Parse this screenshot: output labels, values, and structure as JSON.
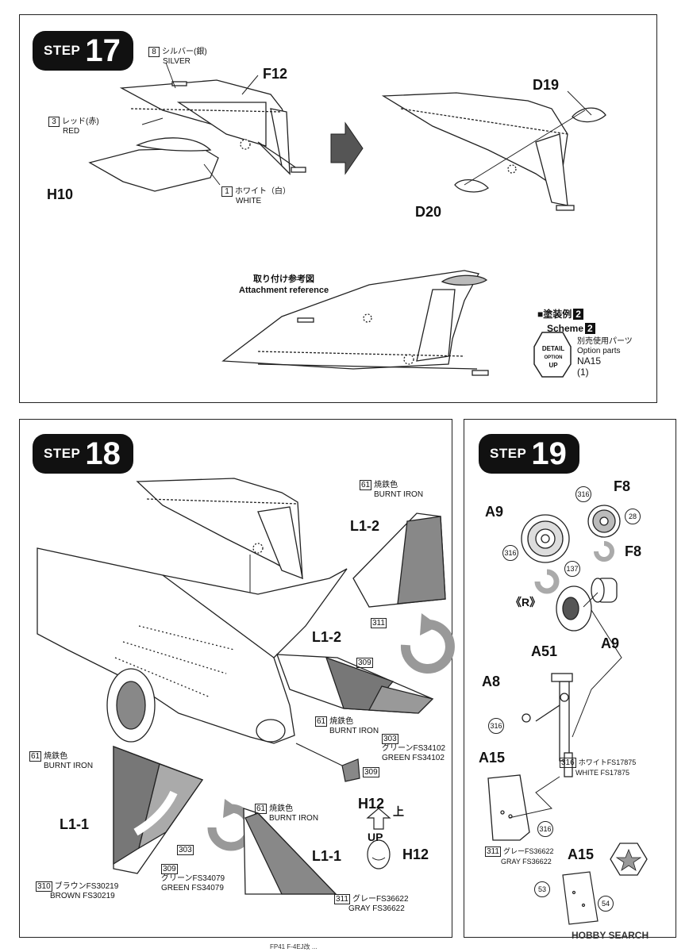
{
  "step17": {
    "word": "STEP",
    "number": "17",
    "parts": {
      "f12": "F12",
      "h10": "H10",
      "d19": "D19",
      "d20": "D20"
    },
    "colors": [
      {
        "code": "8",
        "jp": "シルバー(銀)",
        "en": "SILVER"
      },
      {
        "code": "3",
        "jp": "レッド(赤)",
        "en": "RED"
      },
      {
        "code": "1",
        "jp": "ホワイト（白）",
        "en": "WHITE"
      }
    ],
    "attachment": {
      "jp": "取り付け参考図",
      "en": "Attachment reference"
    },
    "scheme": {
      "jp": "■塗装例",
      "en": "Scheme",
      "num": "2"
    },
    "option": {
      "jp": "別売使用パーツ",
      "en": "Option parts",
      "part": "NA15",
      "qty": "(1)",
      "badge_top": "DETAIL",
      "badge_mid": "OPTION",
      "badge_bot": "UP"
    }
  },
  "step18": {
    "word": "STEP",
    "number": "18",
    "parts": {
      "l12a": "L1-2",
      "l12b": "L1-2",
      "l11a": "L1-1",
      "l11b": "L1-1",
      "h12": "H12"
    },
    "up": {
      "jp": "上",
      "en": "UP"
    },
    "colors": {
      "c61a": {
        "code": "61",
        "jp": "焼鉄色",
        "en": "BURNT IRON"
      },
      "c311a": {
        "code": "311"
      },
      "c309a": {
        "code": "309"
      },
      "c61b": {
        "code": "61",
        "jp": "焼鉄色",
        "en": "BURNT IRON"
      },
      "c303": {
        "code": "303",
        "jp": "グリーンFS34102",
        "en": "GREEN FS34102"
      },
      "c309b": {
        "code": "309"
      },
      "c61c": {
        "code": "61",
        "jp": "焼鉄色",
        "en": "BURNT IRON"
      },
      "c303b": {
        "code": "303"
      },
      "c309c": {
        "code": "309",
        "jp": "グリーンFS34079",
        "en": "GREEN FS34079"
      },
      "c310": {
        "code": "310",
        "jp": "ブラウンFS30219",
        "en": "BROWN FS30219"
      },
      "c61d": {
        "code": "61",
        "jp": "焼鉄色",
        "en": "BURNT IRON"
      },
      "c311b": {
        "code": "311",
        "jp": "グレーFS36622",
        "en": "GRAY FS36622"
      }
    }
  },
  "step19": {
    "word": "STEP",
    "number": "19",
    "parts": {
      "a9a": "A9",
      "f8a": "F8",
      "f8b": "F8",
      "r": "《R》",
      "a9b": "A9",
      "a51": "A51",
      "a8": "A8",
      "a15a": "A15",
      "a15b": "A15"
    },
    "codes": {
      "c316a": "316",
      "c28": "28",
      "c316b": "316",
      "c137": "137",
      "c316c": "316",
      "c316d": "316",
      "c316e": "316",
      "c53": "53",
      "c54": "54"
    },
    "white": {
      "code": "316",
      "jp": "ホワイトFS17875",
      "en": "WHITE FS17875"
    },
    "gray": {
      "code": "311",
      "jp": "グレーFS36622",
      "en": "GRAY FS36622"
    }
  },
  "footer": {
    "watermark": "HOBBY SEARCH",
    "ref": "FP41 F-4EJ改 ..."
  }
}
